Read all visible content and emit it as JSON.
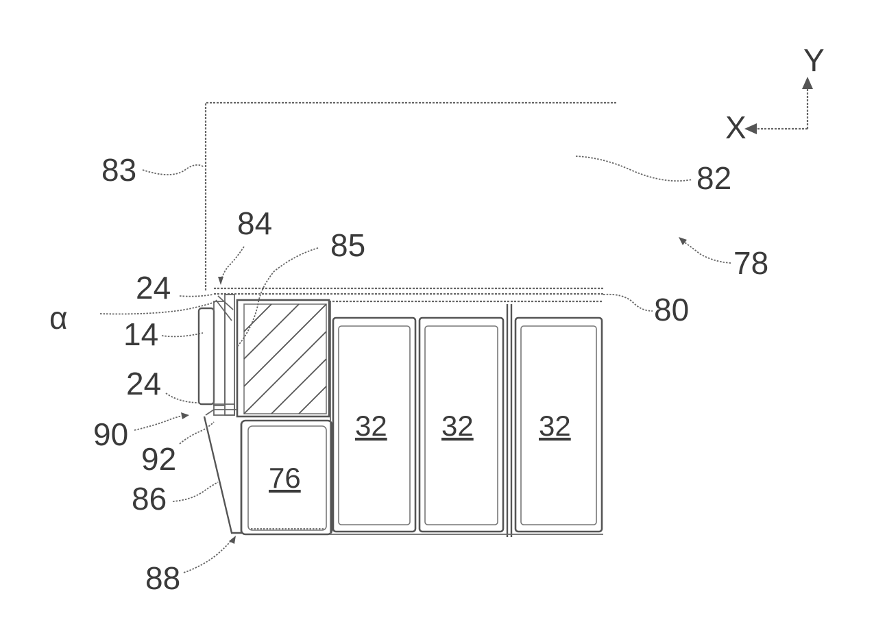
{
  "labels": {
    "n83": "83",
    "n82": "82",
    "n84": "84",
    "n85": "85",
    "n78": "78",
    "n24_top": "24",
    "n80": "80",
    "alpha": "α",
    "n14": "14",
    "n24_bottom": "24",
    "n90": "90",
    "n92": "92",
    "n86": "86",
    "n88": "88",
    "n76": "76",
    "n32_a": "32",
    "n32_b": "32",
    "n32_c": "32"
  },
  "axes": {
    "x": "X",
    "y": "Y"
  }
}
